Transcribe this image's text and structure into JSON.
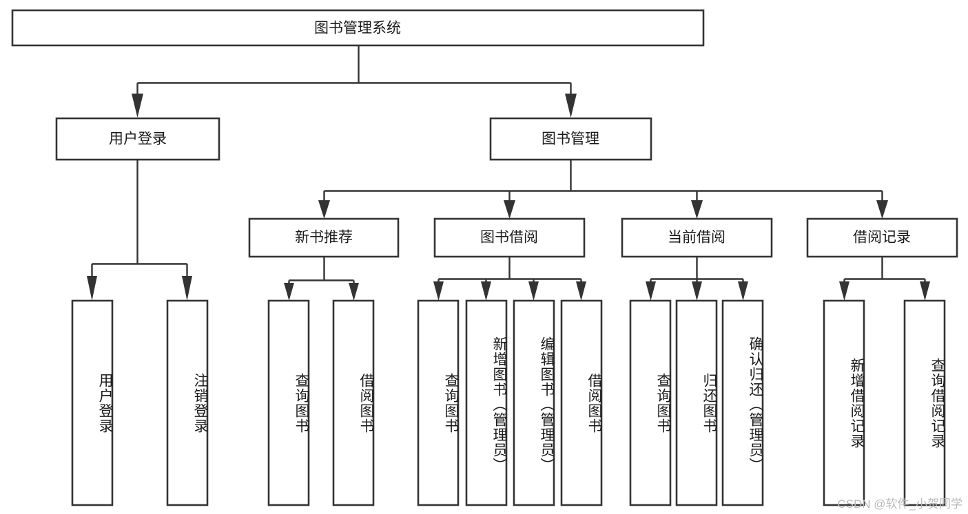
{
  "diagram": {
    "title": "图书管理系统",
    "type": "hierarchy-tree",
    "watermark": "CSDN @软件_小贺同学",
    "colors": {
      "stroke": "#333333",
      "fill": "#ffffff",
      "text": "#1a1a1a",
      "watermark": "#b9b9b9"
    },
    "root": {
      "label": "图书管理系统",
      "orientation": "horizontal"
    },
    "level2": [
      {
        "label": "用户登录",
        "orientation": "horizontal"
      },
      {
        "label": "图书管理",
        "orientation": "horizontal"
      }
    ],
    "level3": [
      {
        "label": "新书推荐",
        "orientation": "horizontal"
      },
      {
        "label": "图书借阅",
        "orientation": "horizontal"
      },
      {
        "label": "当前借阅",
        "orientation": "horizontal"
      },
      {
        "label": "借阅记录",
        "orientation": "horizontal"
      }
    ],
    "leaves": [
      {
        "label": "用户登录",
        "parent": "用户登录",
        "orientation": "vertical"
      },
      {
        "label": "注销登录",
        "parent": "用户登录",
        "orientation": "vertical"
      },
      {
        "label": "查询图书",
        "parent": "新书推荐",
        "orientation": "vertical"
      },
      {
        "label": "借阅图书",
        "parent": "新书推荐",
        "orientation": "vertical"
      },
      {
        "label": "查询图书",
        "parent": "图书借阅",
        "orientation": "vertical"
      },
      {
        "label": "新增图书（管理员）",
        "parent": "图书借阅",
        "orientation": "vertical"
      },
      {
        "label": "编辑图书（管理员）",
        "parent": "图书借阅",
        "orientation": "vertical"
      },
      {
        "label": "借阅图书",
        "parent": "图书借阅",
        "orientation": "vertical"
      },
      {
        "label": "查询图书",
        "parent": "当前借阅",
        "orientation": "vertical"
      },
      {
        "label": "归还图书",
        "parent": "当前借阅",
        "orientation": "vertical"
      },
      {
        "label": "确认归还（管理员）",
        "parent": "当前借阅",
        "orientation": "vertical"
      },
      {
        "label": "新增借阅记录",
        "parent": "借阅记录",
        "orientation": "vertical"
      },
      {
        "label": "查询借阅记录",
        "parent": "借阅记录",
        "orientation": "vertical"
      }
    ]
  }
}
